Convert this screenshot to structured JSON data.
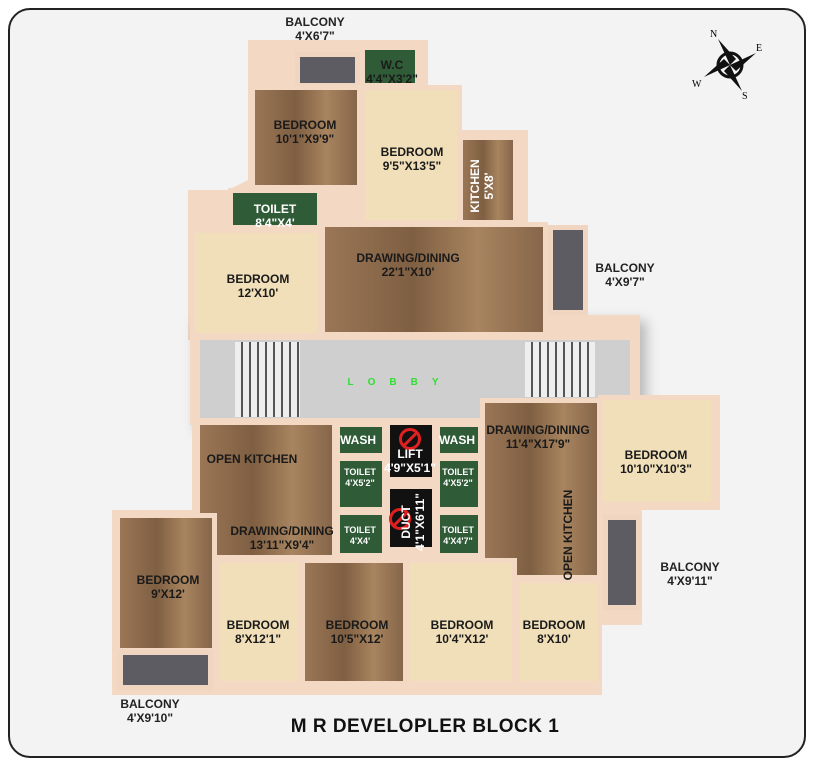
{
  "title": "M R DEVELOPLER BLOCK 1",
  "compass": {
    "n": "N",
    "e": "E",
    "s": "S",
    "w": "W"
  },
  "lobby": "LOBBY",
  "rooms": {
    "balcony_top": {
      "name": "BALCONY",
      "size": "4'X6'7\""
    },
    "wc": {
      "name": "W.C",
      "size": "4'4\"X3'2\""
    },
    "bedroom_1": {
      "name": "BEDROOM",
      "size": "10'1\"X9'9\""
    },
    "bedroom_2": {
      "name": "BEDROOM",
      "size": "9'5\"X13'5\""
    },
    "kitchen": {
      "name": "KITCHEN",
      "size": "5'X8'"
    },
    "toilet_top": {
      "name": "TOILET",
      "size": "8'4\"X4'"
    },
    "drawing_top": {
      "name": "DRAWING/DINING",
      "size": "22'1\"X10'"
    },
    "balcony_right_top": {
      "name": "BALCONY",
      "size": "4'X9'7\""
    },
    "bedroom_3": {
      "name": "BEDROOM",
      "size": "12'X10'"
    },
    "open_kitchen_left": {
      "name": "OPEN KITCHEN"
    },
    "drawing_left": {
      "name": "DRAWING/DINING",
      "size": "13'11\"X9'4\""
    },
    "wash_left": {
      "name": "WASH"
    },
    "wash_right": {
      "name": "WASH"
    },
    "lift": {
      "name": "LIFT",
      "size": "4'9\"X5'1\""
    },
    "duct": {
      "name": "DUCT",
      "size": "4'1\"X6'11\""
    },
    "toilet_l1": {
      "name": "TOILET",
      "size": "4'X5'2\""
    },
    "toilet_r1": {
      "name": "TOILET",
      "size": "4'X5'2\""
    },
    "toilet_l2": {
      "name": "TOILET",
      "size": "4'X4'"
    },
    "toilet_r2": {
      "name": "TOILET",
      "size": "4'X4'7\""
    },
    "drawing_right": {
      "name": "DRAWING/DINING",
      "size": "11'4\"X17'9\""
    },
    "open_kitchen_right": {
      "name": "OPEN KITCHEN"
    },
    "bedroom_4": {
      "name": "BEDROOM",
      "size": "10'10\"X10'3\""
    },
    "balcony_right_bottom": {
      "name": "BALCONY",
      "size": "4'X9'11\""
    },
    "bedroom_5": {
      "name": "BEDROOM",
      "size": "9'X12'"
    },
    "balcony_bottom": {
      "name": "BALCONY",
      "size": "4'X9'10\""
    },
    "bedroom_6": {
      "name": "BEDROOM",
      "size": "8'X12'1\""
    },
    "bedroom_7": {
      "name": "BEDROOM",
      "size": "10'5\"X12'"
    },
    "bedroom_8": {
      "name": "BEDROOM",
      "size": "10'4\"X12'"
    },
    "bedroom_9": {
      "name": "BEDROOM",
      "size": "8'X10'"
    }
  }
}
